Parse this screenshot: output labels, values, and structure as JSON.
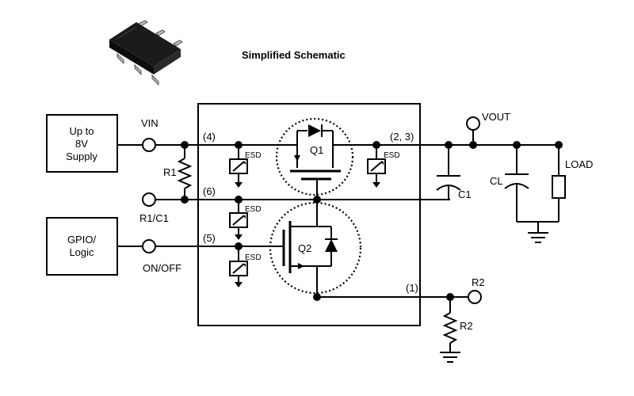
{
  "title": "Simplified Schematic",
  "blocks": {
    "supply": [
      "Up to",
      "8V",
      "Supply"
    ],
    "gpio": [
      "GPIO/",
      "Logic"
    ]
  },
  "pins": {
    "vin": "VIN",
    "r1c1": "R1/C1",
    "onoff": "ON/OFF",
    "vout": "VOUT",
    "r2": "R2"
  },
  "pin_numbers": {
    "p4": "(4)",
    "p6": "(6)",
    "p5": "(5)",
    "p23": "(2, 3)",
    "p1": "(1)"
  },
  "components": {
    "r1": "R1",
    "r2": "R2",
    "c1": "C1",
    "cl": "CL",
    "load": "LOAD",
    "q1": "Q1",
    "q2": "Q2",
    "esd": "ESD"
  }
}
